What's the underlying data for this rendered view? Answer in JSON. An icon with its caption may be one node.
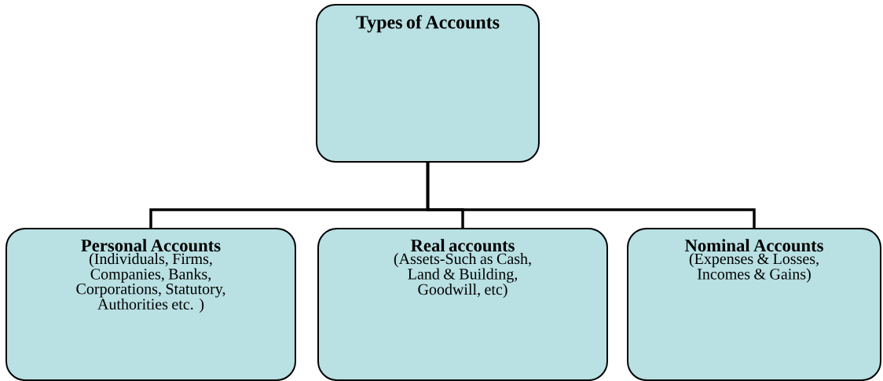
{
  "diagram": {
    "nodes": [
      {
        "text": [
          "Types of Accounts"
        ]
      },
      {
        "text": [
          "Personal Accounts",
          "(Individuals, Firms, Companies, Banks, Corporations, Statutory, Authorities etc. )"
        ]
      },
      {
        "text": [
          "Real accounts",
          "(Assets-Such as Cash, Land & Building, Goodwill, etc)"
        ]
      },
      {
        "text": [
          "Nominal Accounts",
          "(Expenses & Losses, Incomes & Gains)"
        ]
      }
    ],
    "edges": [
      {
        "from": 0,
        "to": 1,
        "arrow": "none"
      },
      {
        "from": 0,
        "to": 2,
        "arrow": "none"
      },
      {
        "from": 0,
        "to": 3,
        "arrow": "none"
      }
    ]
  }
}
